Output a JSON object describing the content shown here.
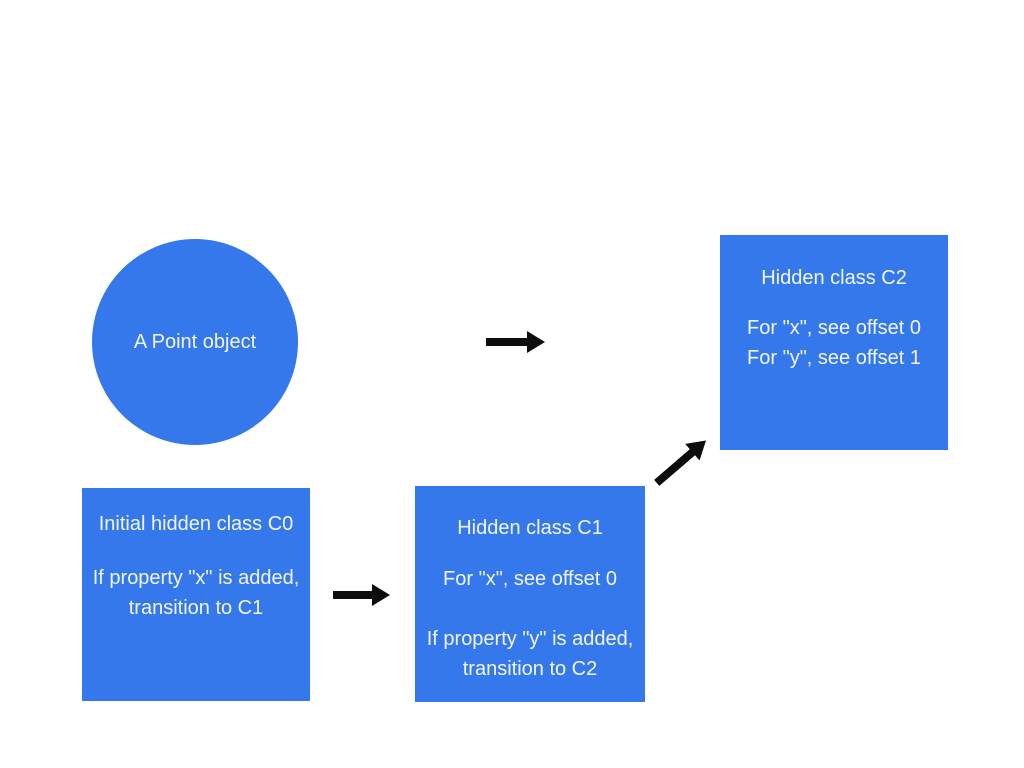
{
  "diagram": {
    "colors": {
      "node_fill": "#3478ec",
      "node_text": "#f2f6fc",
      "arrow": "#0d0d0d",
      "background": "#ffffff"
    },
    "point_object": {
      "label": "A Point object"
    },
    "c0": {
      "title": "Initial hidden class C0",
      "line1": "If property \"x\" is added,",
      "line2": "transition to C1"
    },
    "c1": {
      "title": "Hidden class C1",
      "line1": "For \"x\", see offset 0",
      "line2": "If property \"y\" is added,",
      "line3": "transition to C2"
    },
    "c2": {
      "title": "Hidden class C2",
      "line1": "For \"x\", see offset 0",
      "line2": "For \"y\", see offset 1"
    }
  }
}
